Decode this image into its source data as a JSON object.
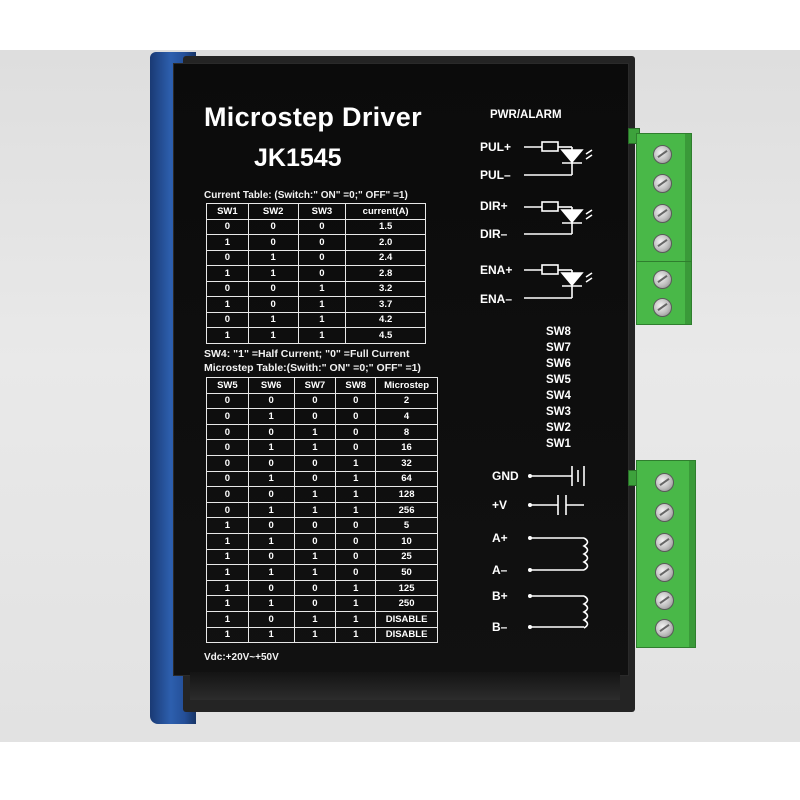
{
  "device": {
    "title": "Microstep Driver",
    "model": "JK1545",
    "current_caption": "Current Table:  (Switch:\" ON\" =0;\" OFF\" =1)",
    "current_headers": [
      "SW1",
      "SW2",
      "SW3",
      "current(A)"
    ],
    "current_rows": [
      [
        "0",
        "0",
        "0",
        "1.5"
      ],
      [
        "1",
        "0",
        "0",
        "2.0"
      ],
      [
        "0",
        "1",
        "0",
        "2.4"
      ],
      [
        "1",
        "1",
        "0",
        "2.8"
      ],
      [
        "0",
        "0",
        "1",
        "3.2"
      ],
      [
        "1",
        "0",
        "1",
        "3.7"
      ],
      [
        "0",
        "1",
        "1",
        "4.2"
      ],
      [
        "1",
        "1",
        "1",
        "4.5"
      ]
    ],
    "sw4_note": "SW4: \"1\" =Half Current; \"0\" =Full Current",
    "micro_caption": "Microstep Table:(Swith:\" ON\" =0;\" OFF\" =1)",
    "micro_headers": [
      "SW5",
      "SW6",
      "SW7",
      "SW8",
      "Microstep"
    ],
    "micro_rows": [
      [
        "0",
        "0",
        "0",
        "0",
        "2"
      ],
      [
        "0",
        "1",
        "0",
        "0",
        "4"
      ],
      [
        "0",
        "0",
        "1",
        "0",
        "8"
      ],
      [
        "0",
        "1",
        "1",
        "0",
        "16"
      ],
      [
        "0",
        "0",
        "0",
        "1",
        "32"
      ],
      [
        "0",
        "1",
        "0",
        "1",
        "64"
      ],
      [
        "0",
        "0",
        "1",
        "1",
        "128"
      ],
      [
        "0",
        "1",
        "1",
        "1",
        "256"
      ],
      [
        "1",
        "0",
        "0",
        "0",
        "5"
      ],
      [
        "1",
        "1",
        "0",
        "0",
        "10"
      ],
      [
        "1",
        "0",
        "1",
        "0",
        "25"
      ],
      [
        "1",
        "1",
        "1",
        "0",
        "50"
      ],
      [
        "1",
        "0",
        "0",
        "1",
        "125"
      ],
      [
        "1",
        "1",
        "0",
        "1",
        "250"
      ],
      [
        "1",
        "0",
        "1",
        "1",
        "DISABLE"
      ],
      [
        "1",
        "1",
        "1",
        "1",
        "DISABLE"
      ]
    ],
    "vdc": "Vdc:+20V~+50V",
    "pwr_alarm": "PWR/ALARM",
    "signal_labels": [
      "PUL+",
      "PUL–",
      "DIR+",
      "DIR–",
      "ENA+",
      "ENA–"
    ],
    "switch_labels": [
      "SW8",
      "SW7",
      "SW6",
      "SW5",
      "SW4",
      "SW3",
      "SW2",
      "SW1"
    ],
    "power_labels": [
      "GND",
      "+V",
      "A+",
      "A–",
      "B+",
      "B–"
    ]
  },
  "colors": {
    "panel": "#0b0b0b",
    "rail": "#2d5fae",
    "terminal": "#49b848",
    "text": "#ffffff"
  }
}
